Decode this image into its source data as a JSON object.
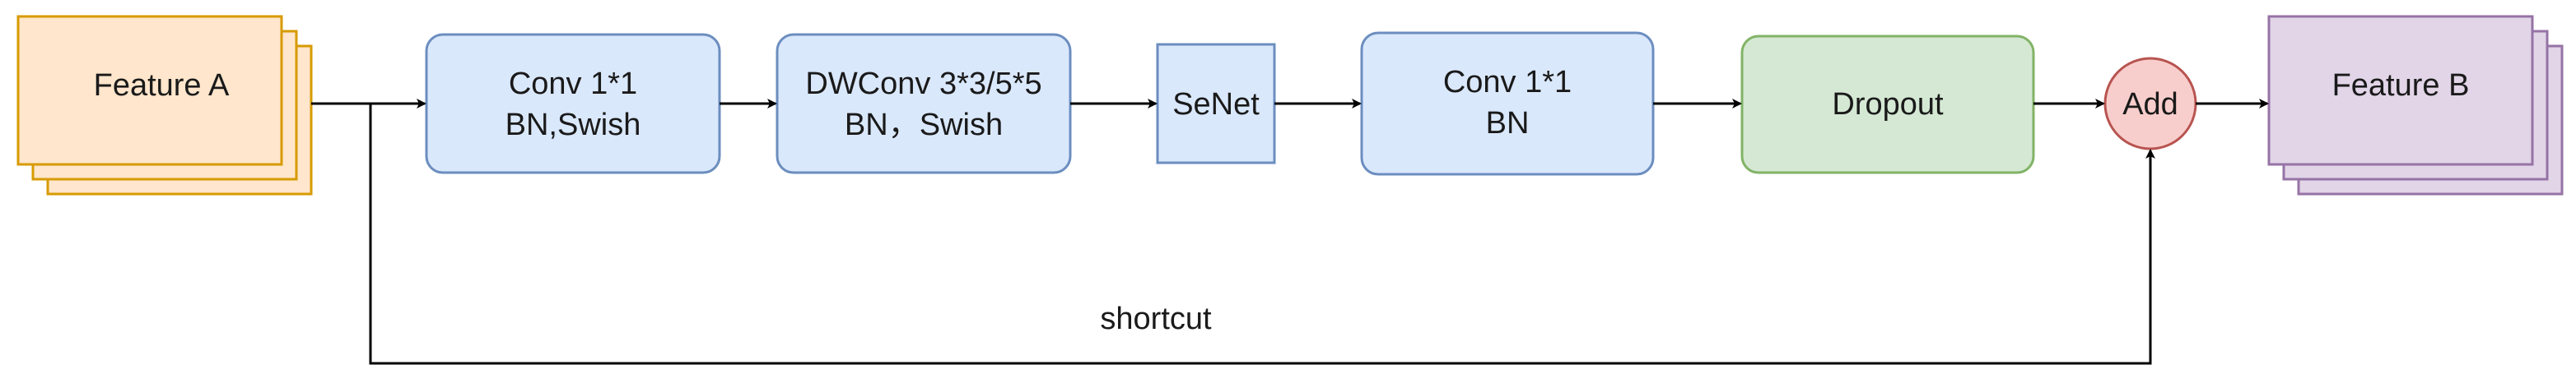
{
  "colors": {
    "feature_a_fill": "#ffe6cc",
    "feature_a_stroke": "#d79b00",
    "blue_fill": "#dae8fc",
    "blue_stroke": "#6c8ebf",
    "green_fill": "#d5e8d4",
    "green_stroke": "#82b366",
    "add_fill": "#f8cecc",
    "add_stroke": "#b85450",
    "feature_b_fill": "#e1d5e7",
    "feature_b_stroke": "#9673a6",
    "arrow": "#000000"
  },
  "nodes": {
    "feature_a": "Feature A",
    "conv1": [
      "Conv 1*1",
      "BN,Swish"
    ],
    "dwconv": [
      "DWConv 3*3/5*5",
      "BN，Swish"
    ],
    "senet": "SeNet",
    "conv2": [
      "Conv 1*1",
      "BN"
    ],
    "dropout": "Dropout",
    "add": "Add",
    "feature_b": "Feature B"
  },
  "edges": {
    "shortcut_label": "shortcut"
  }
}
